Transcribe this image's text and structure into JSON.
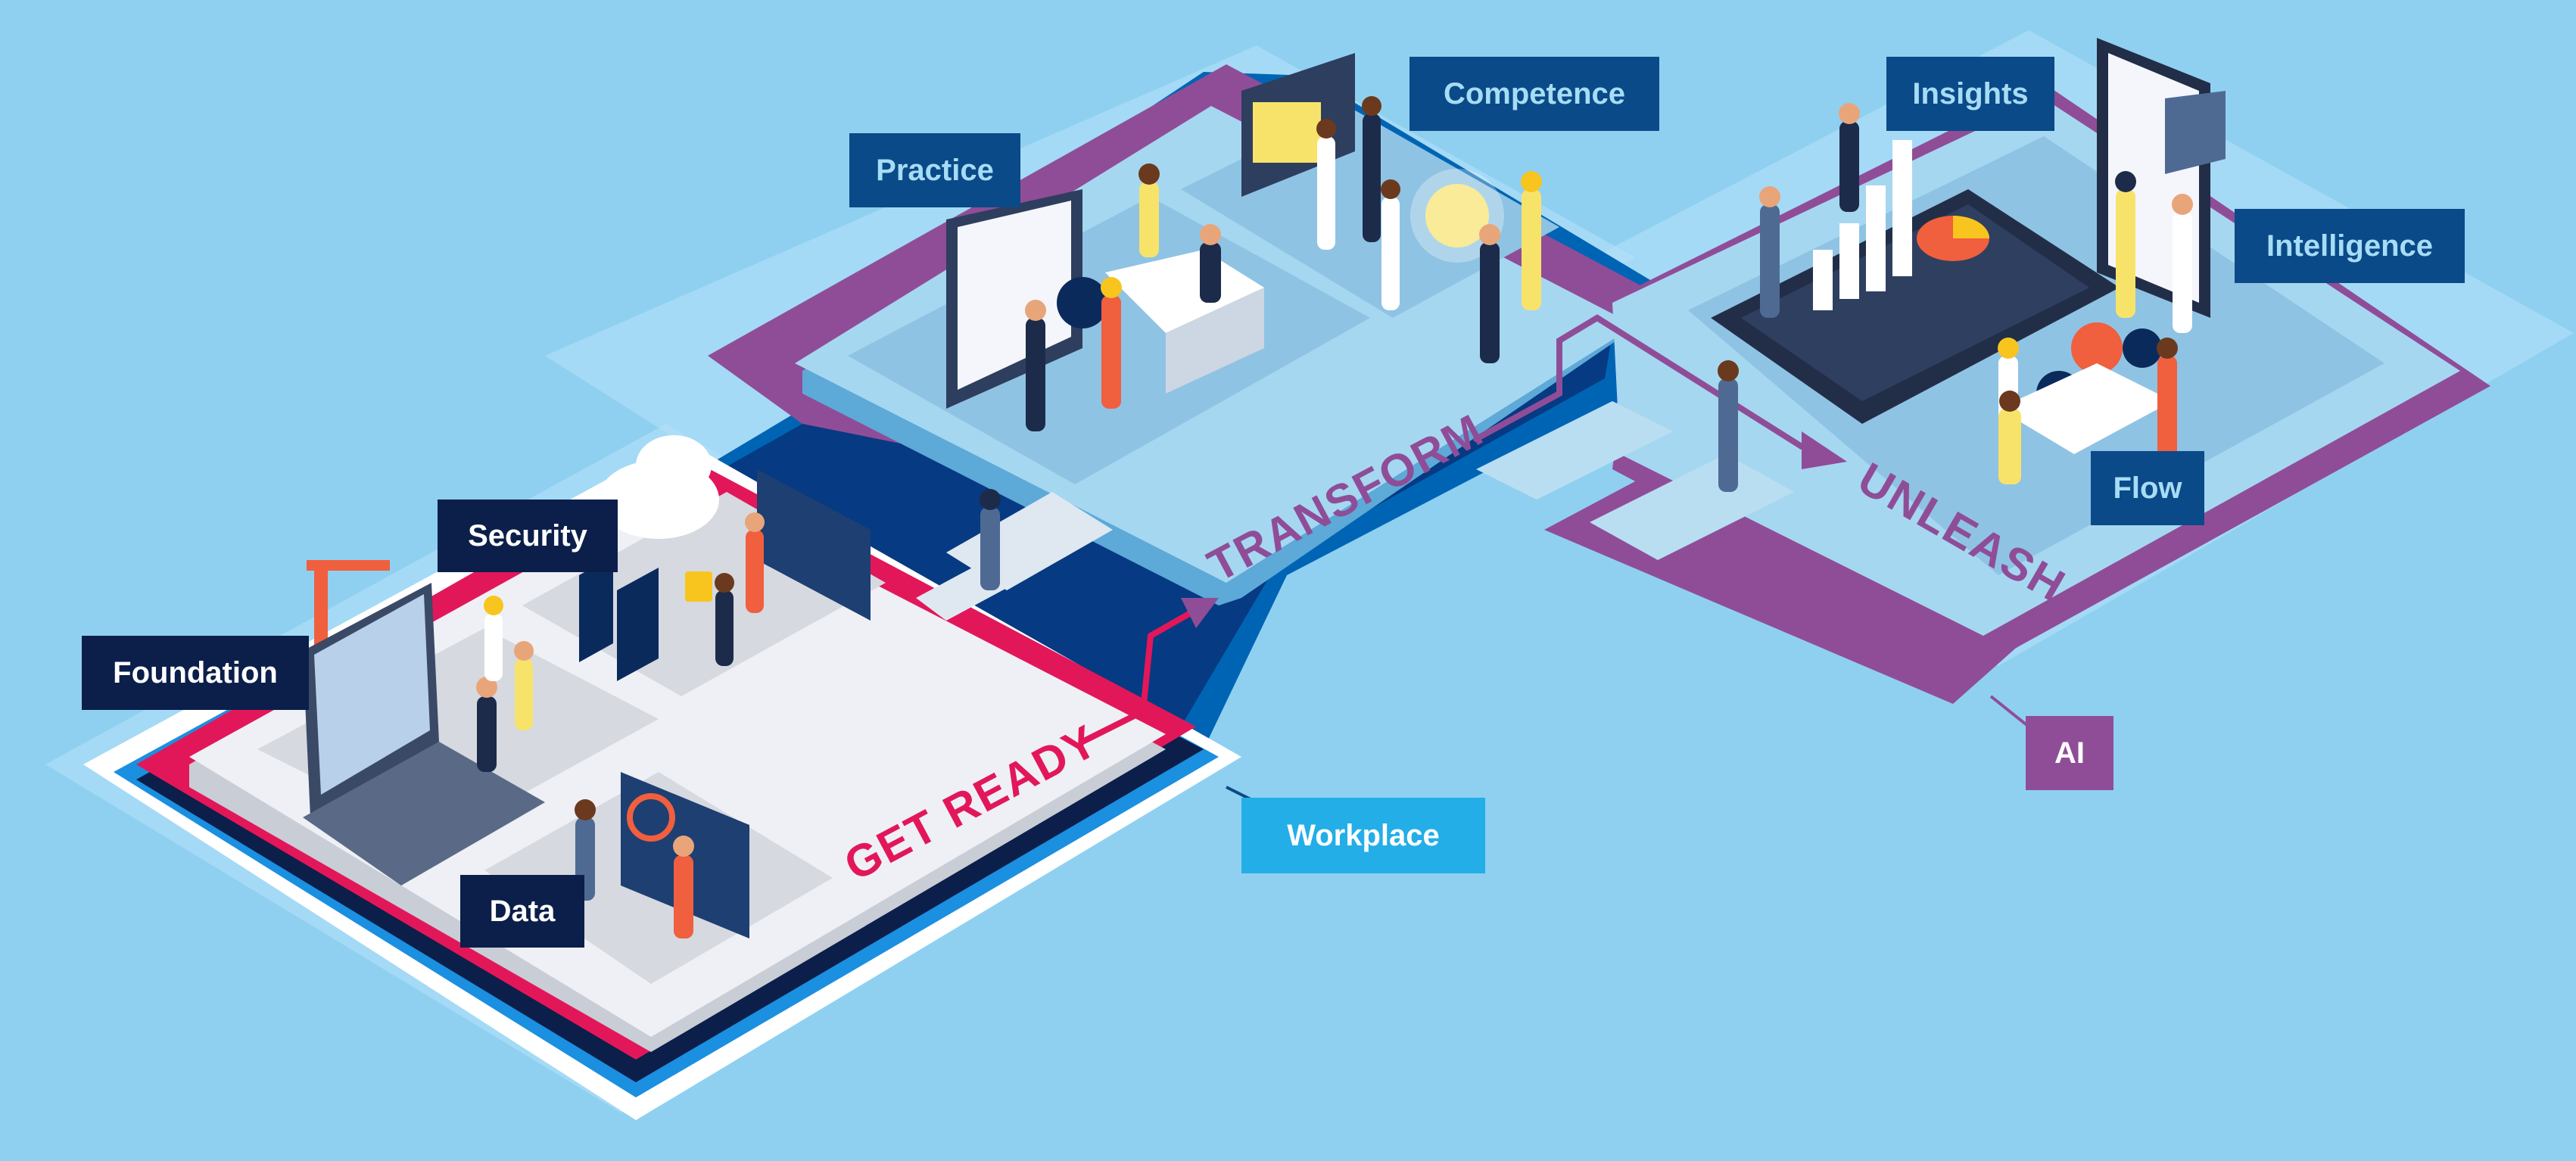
{
  "labels": {
    "foundation": "Foundation",
    "security": "Security",
    "data": "Data",
    "practice": "Practice",
    "competence": "Competence",
    "insights": "Insights",
    "intelligence": "Intelligence",
    "flow": "Flow",
    "ai": "AI",
    "workplace": "Workplace"
  },
  "path_text": {
    "get_ready": "GET READY",
    "transform": "TRANSFORM",
    "unleash": "UNLEASH"
  },
  "colors": {
    "background": "#8fd0f1",
    "get_ready": "#e2175a",
    "transform": "#8f4d98",
    "unleash": "#8f4d98",
    "label_navy": "#0b1f4a",
    "label_blue": "#0b4a88",
    "label_purple": "#8f4d98",
    "label_sky": "#23aee7"
  }
}
